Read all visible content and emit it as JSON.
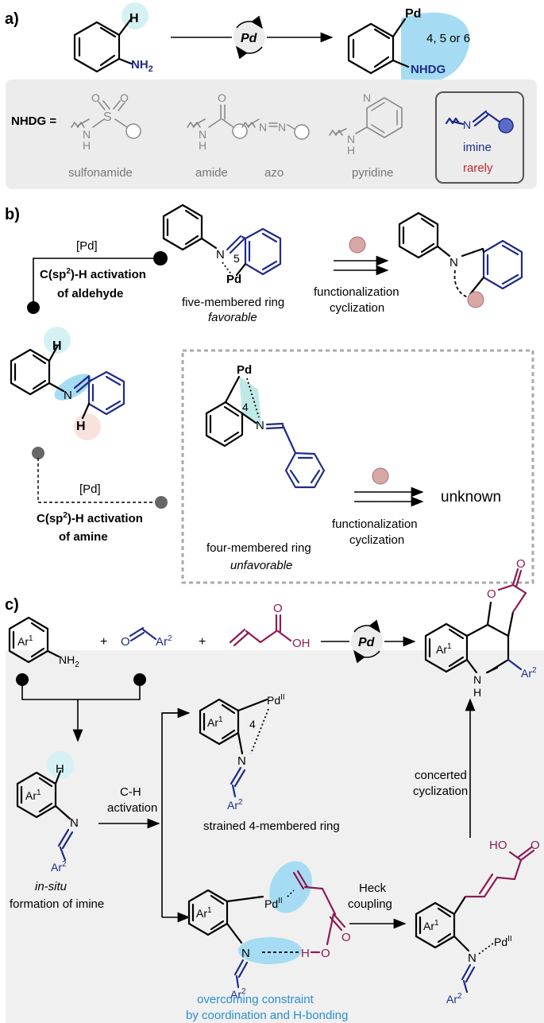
{
  "colors": {
    "navy": "#1f2b8a",
    "magenta": "#8e1b55",
    "cyan_highlight": "#a6dcf3",
    "pink_highlight": "#f7d9d6",
    "reagent_circle": "#d9a7a5",
    "gray_panel": "#ececec",
    "blue_text": "#2a8fd1",
    "red_text": "#c0282b",
    "gray_text": "#777777"
  },
  "panel_a": {
    "label": "a)",
    "H": "H",
    "NH2": "NH",
    "NH2_sub": "2",
    "catalyst": "Pd",
    "product_Pd": "Pd",
    "ring_sizes": "4, 5 or 6",
    "nhdg": "NHDG",
    "nhdg_def": "NHDG =",
    "groups": [
      {
        "name": "sulfonamide"
      },
      {
        "name": "amide"
      },
      {
        "name": "azo"
      },
      {
        "name": "pyridine"
      }
    ],
    "imine_label": "imine",
    "imine_note": "rarely",
    "atom_S": "S",
    "atom_O": "O",
    "atom_N": "N",
    "atom_H": "H"
  },
  "panel_b": {
    "label": "b)",
    "pd_bracket": "[Pd]",
    "aldehyde_line1_pre": "C(sp",
    "aldehyde_line1_sup": "2",
    "aldehyde_line1_post": ")-H activation",
    "aldehyde_line2": "of aldehyde",
    "amine_line1_pre": "C(sp",
    "amine_line1_sup": "2",
    "amine_line1_post": ")-H activation",
    "amine_line2": "of amine",
    "ring5_label": "5",
    "ring4_label": "4",
    "five_ring_text": "five-membered ring",
    "five_ring_note": "favorable",
    "four_ring_text": "four-membered ring",
    "four_ring_note": "unfavorable",
    "func_line1": "functionalization",
    "func_line2": "cyclization",
    "unknown": "unknown",
    "atom_N": "N",
    "atom_Pd": "Pd",
    "atom_H": "H"
  },
  "panel_c": {
    "label": "c)",
    "ar": "Ar",
    "ar1_sup": "1",
    "ar2_sup": "2",
    "nh2": "NH",
    "nh2_sub": "2",
    "plus": "+",
    "aldehyde_O": "O",
    "acid_O": "O",
    "acid_OH": "OH",
    "catalyst": "Pd",
    "product_NH": "N",
    "product_H": "H",
    "product_O_ring": "O",
    "product_O_carbonyl": "O",
    "ch_activation_1": "C-H",
    "ch_activation_2": "activation",
    "insitu_1": "in-situ",
    "insitu_2": "formation of imine",
    "strained_text": "strained 4-membered ring",
    "ring4": "4",
    "pd2": "Pd",
    "pd2_sup": "II",
    "overcome_1": "overcoming constraint",
    "overcome_2": "by coordination and H-bonding",
    "heck_1": "Heck",
    "heck_2": "coupling",
    "concerted_1": "concerted",
    "concerted_2": "cyclization",
    "atom_N": "N",
    "atom_H": "H",
    "atom_O": "O",
    "HO": "HO"
  }
}
